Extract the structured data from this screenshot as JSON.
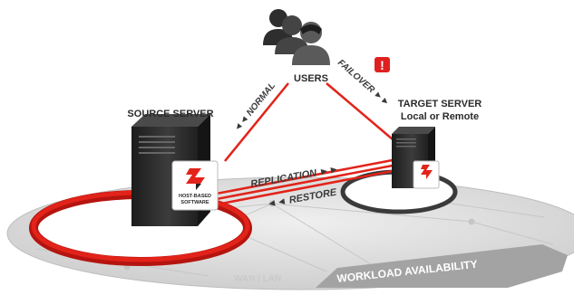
{
  "labels": {
    "users": "USERS",
    "source_server": "SOURCE SERVER",
    "target_server": "TARGET SERVER",
    "target_subtitle": "Local or Remote",
    "normal": "◄◄ NORMAL",
    "failover": "FAILOVER ►►",
    "replication": "REPLICATION ►►",
    "restore": "◄◄ RESTORE",
    "host_based_line1": "HOST-BASED",
    "host_based_line2": "SOFTWARE",
    "wan_lan": "WAN / LAN",
    "workload_availability": "WORKLOAD AVAILABILITY",
    "alert_mark": "!"
  },
  "colors": {
    "accent_red": "#e2231a",
    "alert_red": "#e02020",
    "platform_gray": "#d9d9d9",
    "band_gray": "#9c9c9c",
    "server_dark": "#2b2b2b"
  },
  "icons": [
    "users-group-icon",
    "source-server-icon",
    "target-server-icon",
    "alert-icon",
    "software-logo-icon"
  ]
}
